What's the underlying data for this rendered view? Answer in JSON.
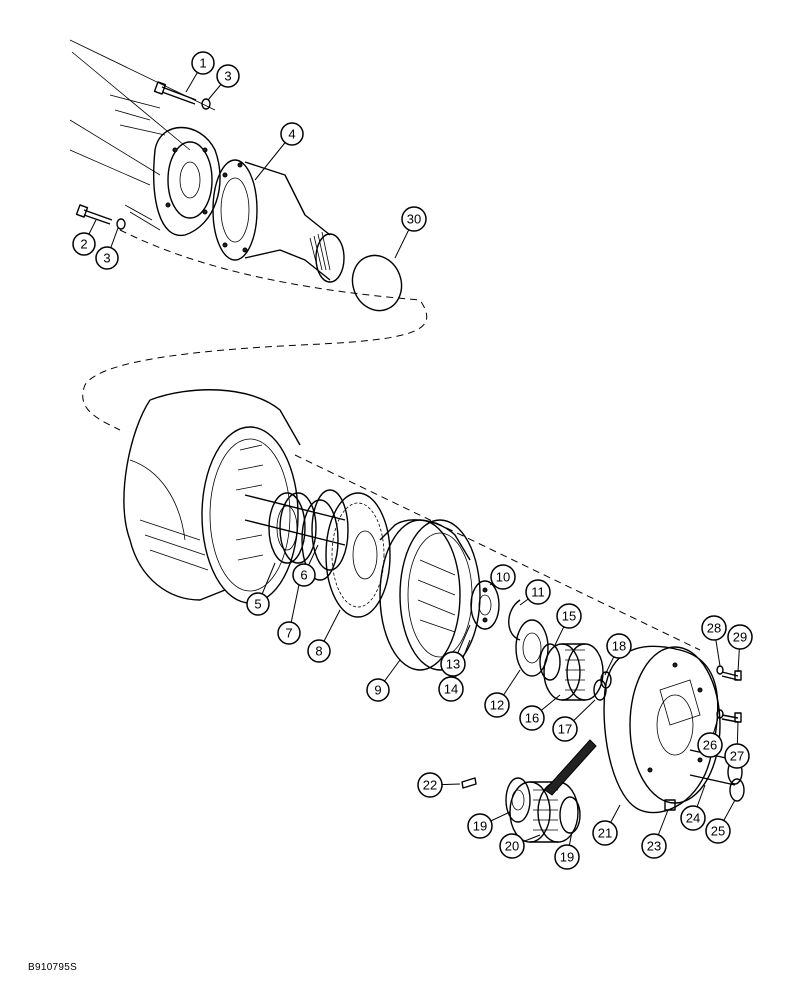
{
  "figure": {
    "id_code": "B910795S",
    "callouts": [
      {
        "label": "1"
      },
      {
        "label": "3"
      },
      {
        "label": "4"
      },
      {
        "label": "2"
      },
      {
        "label": "3"
      },
      {
        "label": "30"
      },
      {
        "label": "5"
      },
      {
        "label": "6"
      },
      {
        "label": "7"
      },
      {
        "label": "8"
      },
      {
        "label": "9"
      },
      {
        "label": "10"
      },
      {
        "label": "11"
      },
      {
        "label": "12"
      },
      {
        "label": "13"
      },
      {
        "label": "14"
      },
      {
        "label": "15"
      },
      {
        "label": "16"
      },
      {
        "label": "17"
      },
      {
        "label": "18"
      },
      {
        "label": "19"
      },
      {
        "label": "20"
      },
      {
        "label": "19"
      },
      {
        "label": "21"
      },
      {
        "label": "22"
      },
      {
        "label": "23"
      },
      {
        "label": "24"
      },
      {
        "label": "25"
      },
      {
        "label": "26"
      },
      {
        "label": "27"
      },
      {
        "label": "28"
      },
      {
        "label": "29"
      }
    ]
  }
}
